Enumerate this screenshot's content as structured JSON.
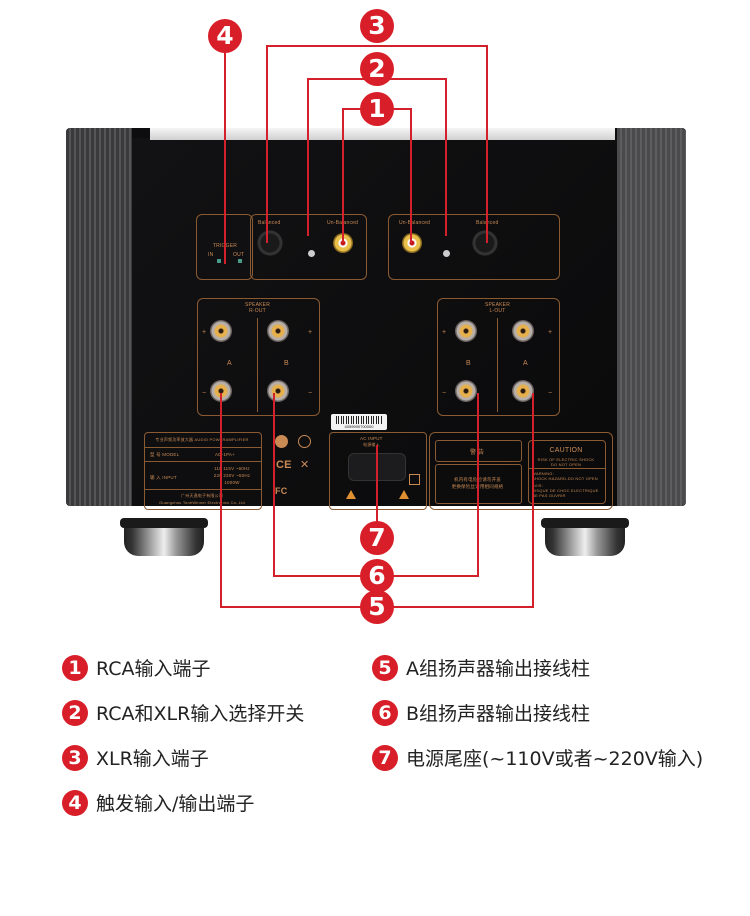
{
  "device": {
    "trigger_label": "TRIGGER",
    "trigger_in": "IN",
    "trigger_out": "OUT",
    "balanced_label": "Balanced",
    "unbalanced_label": "Un-Balanced",
    "speaker_r_title": "SPEAKER",
    "speaker_r_sub": "R-OUT",
    "speaker_l_title": "SPEAKER",
    "speaker_l_sub": "L-OUT",
    "group_a": "A",
    "group_b": "B",
    "plus": "+",
    "minus": "−",
    "nameplate": {
      "title_cn": "专业声频功率放大器",
      "title_en": "AUDIO POWERAMPLIFIER",
      "model_label": "型 号 MODEL",
      "model_value": "AD-1PA+",
      "input_label": "输 入 INPUT",
      "input_line1": "110 115V ~60Hz",
      "input_line2": "220 230V ~50Hz",
      "input_line3": "1000W",
      "maker_cn": "广州天逸电子有限公司",
      "maker_en": "Guangzhou TonéWinner Electronics Co.,Ltd"
    },
    "barcode_number": "4059990700000",
    "ac_input_en": "AC INPUT",
    "ac_input_cn": "电源输入",
    "warning_cn_title": "警 告",
    "warning_cn_line1": "机内有电危险请勿开盖",
    "warning_cn_line2": "更换保险丝请用相同规格",
    "caution_title": "CAUTION",
    "caution_line1": "RISK OF ELECTRIC SHOCK",
    "caution_line2": "DO NOT OPEN",
    "warning_en1": "WARNING:",
    "warning_en2": "SHOCK HAZARD-DO NOT OPEN",
    "warning_fr1": "AVIS:",
    "warning_fr2": "RISQUE DE CHOC ELECTRIQUE",
    "warning_fr3": "NE PAS OUVRIR",
    "ce_mark": "CE",
    "fcc_mark": "FC"
  },
  "callouts": [
    "1",
    "2",
    "3",
    "4",
    "5",
    "6",
    "7"
  ],
  "legend": [
    {
      "num": "1",
      "text": "RCA输入端子"
    },
    {
      "num": "2",
      "text": "RCA和XLR输入选择开关"
    },
    {
      "num": "3",
      "text": "XLR输入端子"
    },
    {
      "num": "4",
      "text": "触发输入/输出端子"
    },
    {
      "num": "5",
      "text": "A组扬声器输出接线柱"
    },
    {
      "num": "6",
      "text": "B组扬声器输出接线柱"
    },
    {
      "num": "7",
      "text": "电源尾座(~110V或者~220V输入)"
    }
  ],
  "colors": {
    "accent": "#d81e28",
    "panel_trim": "#c98a54"
  }
}
